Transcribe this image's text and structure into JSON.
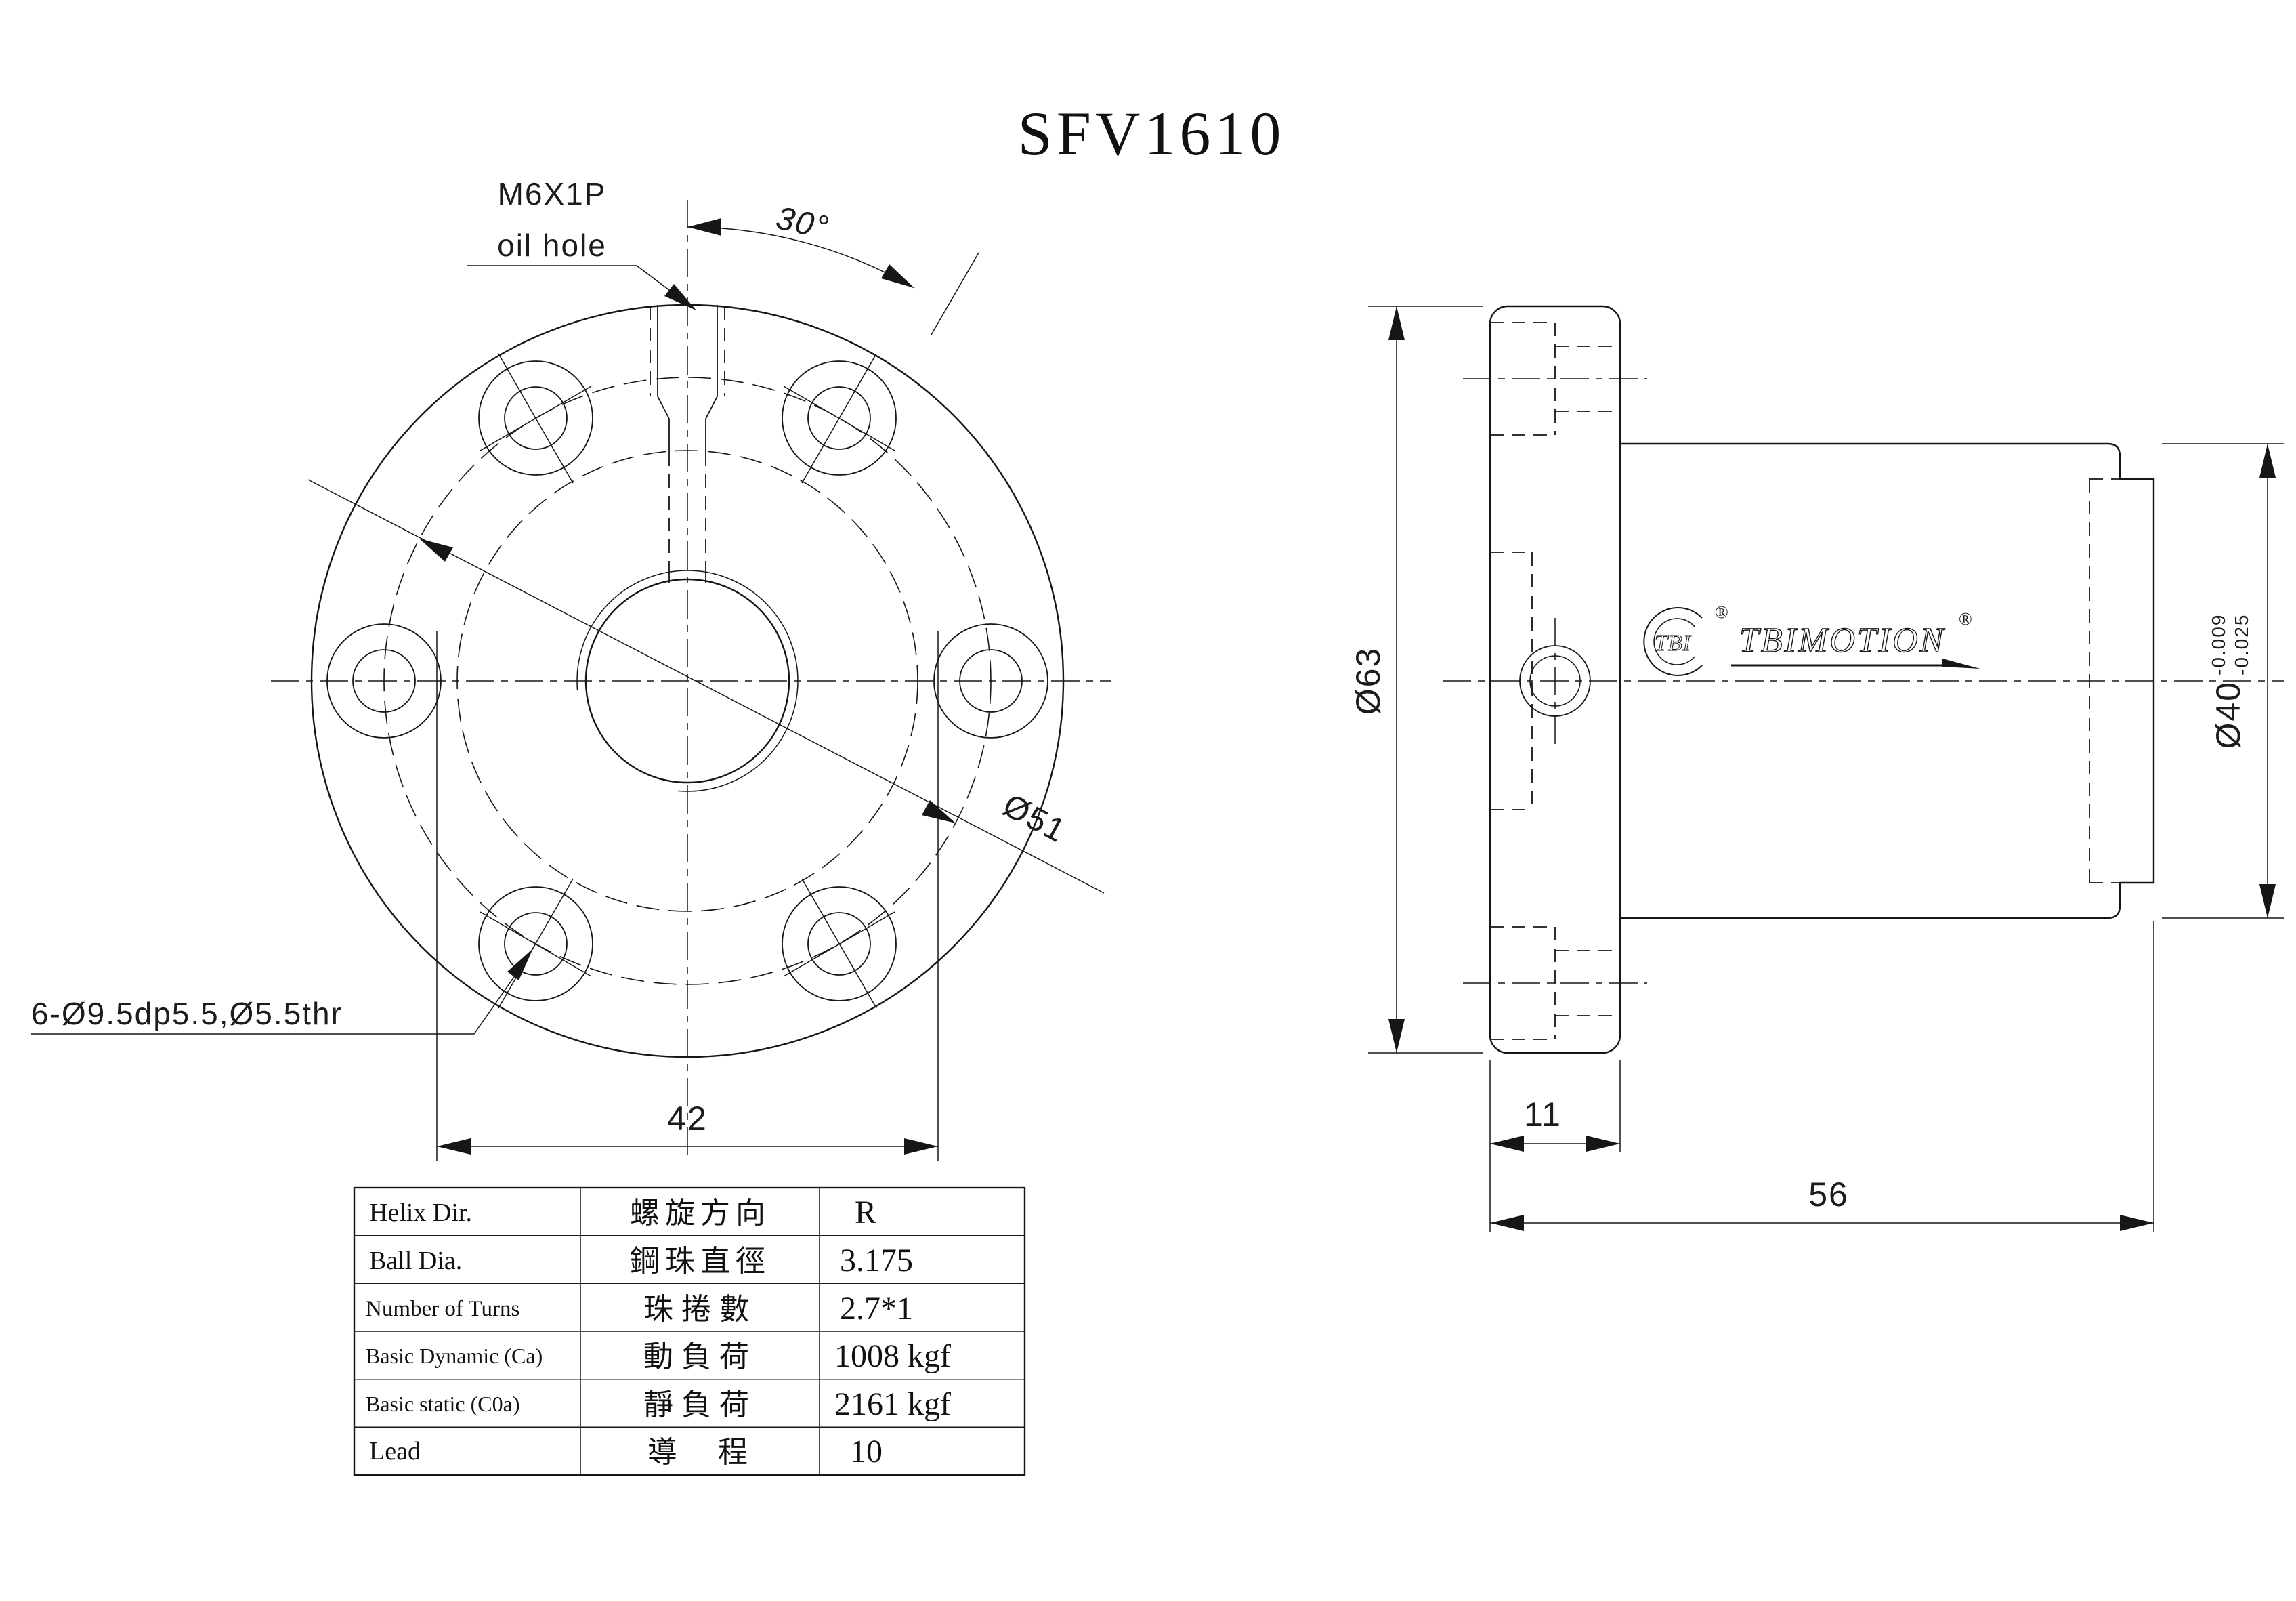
{
  "title": "SFV1610",
  "front": {
    "oil_hole_l1": "M6X1P",
    "oil_hole_l2": "oil hole",
    "angle": "30°",
    "pcd": "Ø51",
    "holes_note": "6-Ø9.5dp5.5,Ø5.5thr",
    "width": "42"
  },
  "side": {
    "flange_dia": "Ø63",
    "body_dia": "Ø40",
    "tol_upper": "-0.009",
    "tol_lower": "-0.025",
    "flange_thk": "11",
    "total_len": "56"
  },
  "logo": {
    "badge": "TBI",
    "brand": "TBIMOTION",
    "reg": "®"
  },
  "spec_table": {
    "rows": [
      {
        "en": "Helix  Dir.",
        "zh": "螺旋方向",
        "value": "R"
      },
      {
        "en": "Ball Dia.",
        "zh": "鋼珠直徑",
        "value": "3.175"
      },
      {
        "en": "Number of Turns",
        "zh": "珠捲數",
        "value": "2.7*1"
      },
      {
        "en": "Basic Dynamic (Ca)",
        "zh": "動負荷",
        "value": "1008 kgf"
      },
      {
        "en": "Basic static (C0a)",
        "zh": "靜負荷",
        "value": "2161 kgf"
      },
      {
        "en": "Lead",
        "zh": "導　程",
        "value": "10"
      }
    ]
  },
  "colors": {
    "line": "#161616",
    "background": "#ffffff"
  }
}
